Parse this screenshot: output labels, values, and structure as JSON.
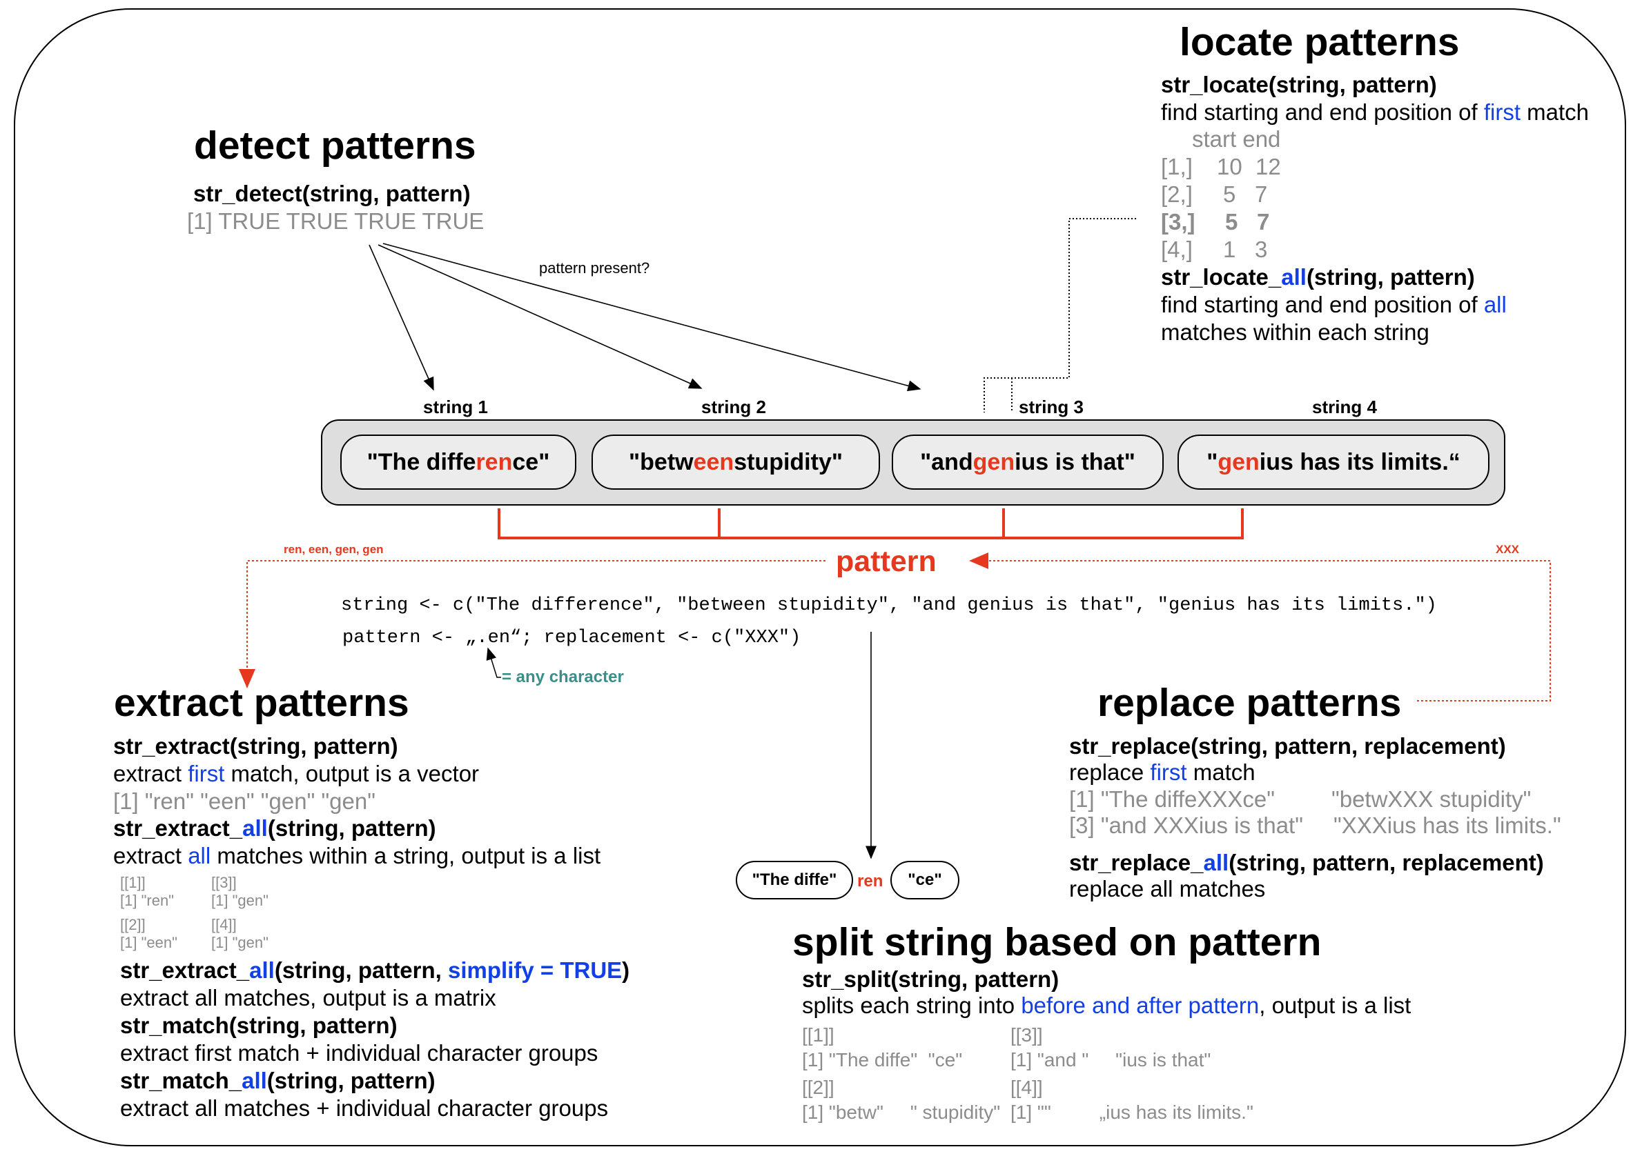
{
  "detect": {
    "title": "detect patterns",
    "fn": "str_detect(string, pattern)",
    "output": "[1] TRUE TRUE TRUE TRUE",
    "arrow_label": "pattern present?"
  },
  "locate": {
    "title": "locate patterns",
    "fn": "str_locate(string, pattern)",
    "desc_pre": "find starting and end position of ",
    "desc_hl": "first",
    "desc_post": " match",
    "table_header": "start end",
    "rows": [
      {
        "idx": "[1,]",
        "start": "10",
        "end": "12"
      },
      {
        "idx": "[2,]",
        "start": "5",
        "end": "7"
      },
      {
        "idx": "[3,]",
        "start": "5",
        "end": "7"
      },
      {
        "idx": "[4,]",
        "start": "1",
        "end": "3"
      }
    ],
    "fn_all_pre": "str_locate_",
    "fn_all_hl": "all",
    "fn_all_post": "(string, pattern)",
    "desc_all_pre": "find starting and end position of ",
    "desc_all_hl": "all",
    "desc_all_line2": "matches within each string"
  },
  "strings": {
    "labels": [
      "string 1",
      "string 2",
      "string 3",
      "string 4"
    ],
    "items": [
      {
        "pre": "\"The diffe",
        "hl": "ren",
        "post": "ce\""
      },
      {
        "pre": "\"betw",
        "hl": "een",
        "post": " stupidity\""
      },
      {
        "pre": "\"and ",
        "hl": "gen",
        "post": "ius is that\""
      },
      {
        "pre": "\"",
        "hl": "gen",
        "post": "ius has its limits.“"
      }
    ]
  },
  "pattern": {
    "label": "pattern",
    "left_note": "ren, een, gen, gen",
    "right_note": "XXX",
    "code_line1": "string <- c(\"The difference\", \"between stupidity\", \"and genius is that\", \"genius has its limits.\")",
    "code_line2": "pattern <- „.en“; replacement <- c(\"XXX\")",
    "any_char_note": "= any character"
  },
  "extract": {
    "title": "extract patterns",
    "fn": "str_extract(string, pattern)",
    "desc_pre": "extract ",
    "desc_hl": "first",
    "desc_post": " match, output is a vector",
    "output": "[1] \"ren\" \"een\" \"gen\" \"gen\"",
    "fn_all_pre": "str_extract_",
    "fn_all_hl": "all",
    "fn_all_post": "(string, pattern)",
    "desc_all_pre": "extract ",
    "desc_all_hl": "all",
    "desc_all_post": " matches within a string, output is a list",
    "list_out": [
      {
        "idx": "[[1]]",
        "val": "[1] \"ren\""
      },
      {
        "idx": "[[2]]",
        "val": "[1] \"een\""
      },
      {
        "idx": "[[3]]",
        "val": "[1] \"gen\""
      },
      {
        "idx": "[[4]]",
        "val": "[1] \"gen\""
      }
    ],
    "fn_simplify_pre": "str_extract_",
    "fn_simplify_hl": "all",
    "fn_simplify_mid": "(string, pattern, ",
    "fn_simplify_hl2": "simplify = TRUE",
    "fn_simplify_post": ")",
    "desc_simplify": "extract all matches, output is a matrix",
    "fn_match": "str_match(string, pattern)",
    "desc_match": "extract first match + individual character groups",
    "fn_match_all_pre": "str_match_",
    "fn_match_all_hl": "all",
    "fn_match_all_post": "(string, pattern)",
    "desc_match_all": "extract all matches + individual character groups"
  },
  "replace": {
    "title": "replace patterns",
    "fn": "str_replace(string, pattern, replacement)",
    "desc_pre": "replace ",
    "desc_hl": "first",
    "desc_post": " match",
    "out1a": "[1] \"The diffeXXXce\"",
    "out1b": "\"betwXXX stupidity\"",
    "out2a": "[3] \"and XXXius is that\"",
    "out2b": "\"XXXius has its limits.\"",
    "fn_all_pre": "str_replace_",
    "fn_all_hl": "all",
    "fn_all_post": "(string, pattern, replacement)",
    "desc_all": "replace all matches"
  },
  "split": {
    "title": "split string based on pattern",
    "fn": "str_split(string, pattern)",
    "desc_pre": "splits each string into ",
    "desc_hl": "before and after pattern",
    "desc_post": ", output is a list",
    "example_left": "\"The diffe\"",
    "example_mid": "ren",
    "example_right": "\"ce\"",
    "out": [
      {
        "idx": "[[1]]",
        "val": "[1] \"The diffe\"  \"ce\""
      },
      {
        "idx": "[[2]]",
        "val": "[1] \"betw\"     \" stupidity\""
      },
      {
        "idx": "[[3]]",
        "val": "[1] \"and \"     \"ius is that\""
      },
      {
        "idx": "[[4]]",
        "val": "[1] \"\"         „ius has its limits.\""
      }
    ]
  },
  "colors": {
    "highlight_red": "#e5381f",
    "highlight_blue": "#1240e6",
    "teal_note": "#3a8f88",
    "output_gray": "#8c8c8c",
    "string_bar": "#dedede"
  }
}
